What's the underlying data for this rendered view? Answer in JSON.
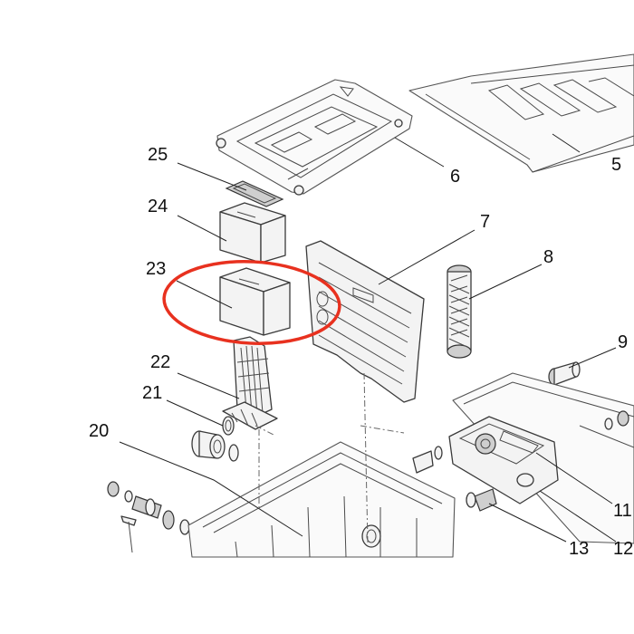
{
  "callouts": {
    "c5": "5",
    "c6": "6",
    "c7": "7",
    "c8": "8",
    "c9": "9",
    "c11": "11",
    "c12": "12",
    "c13": "13",
    "c20": "20",
    "c21": "21",
    "c22": "22",
    "c23": "23",
    "c24": "24",
    "c25": "25"
  },
  "highlight_color": "#e8311f"
}
